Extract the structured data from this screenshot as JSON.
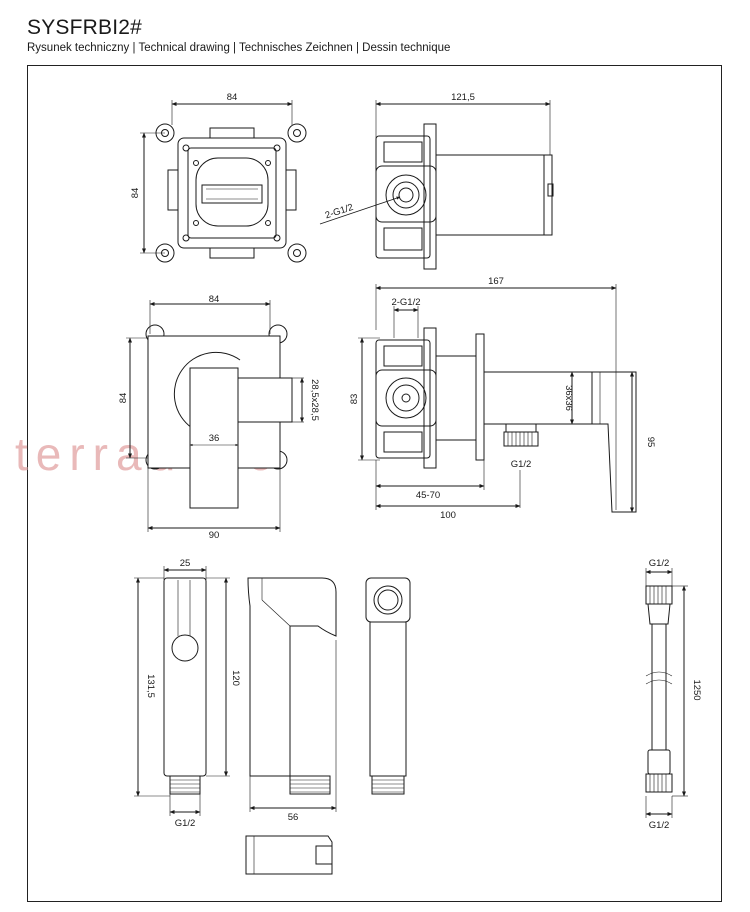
{
  "header": {
    "title": "SYSFRBI2#",
    "subtitle": "Rysunek techniczny | Technical drawing | Technisches Zeichnen | Dessin technique"
  },
  "watermark": "terradeco",
  "dimensions": {
    "box_top_width": "84",
    "box_top_height": "84",
    "box_side_depth": "121,5",
    "box_side_thread": "2-G1/2",
    "plate_width": "84",
    "plate_height": "84",
    "plate_lever": "36",
    "plate_outer": "90",
    "plate_square": "28,5x28,5",
    "side_total": "167",
    "side_thread": "2-G1/2",
    "side_height": "83",
    "side_square": "36x36",
    "side_outlet": "G1/2",
    "side_range": "45-70",
    "side_100": "100",
    "side_95": "95",
    "handle_width": "25",
    "handle_length": "131,5",
    "handle_body": "120",
    "handle_thread": "G1/2",
    "handle_side": "56",
    "hose_top": "G1/2",
    "hose_length": "1250",
    "hose_bottom": "G1/2"
  },
  "colors": {
    "line": "#1a1a1a",
    "watermark": "#e9b9b9"
  }
}
